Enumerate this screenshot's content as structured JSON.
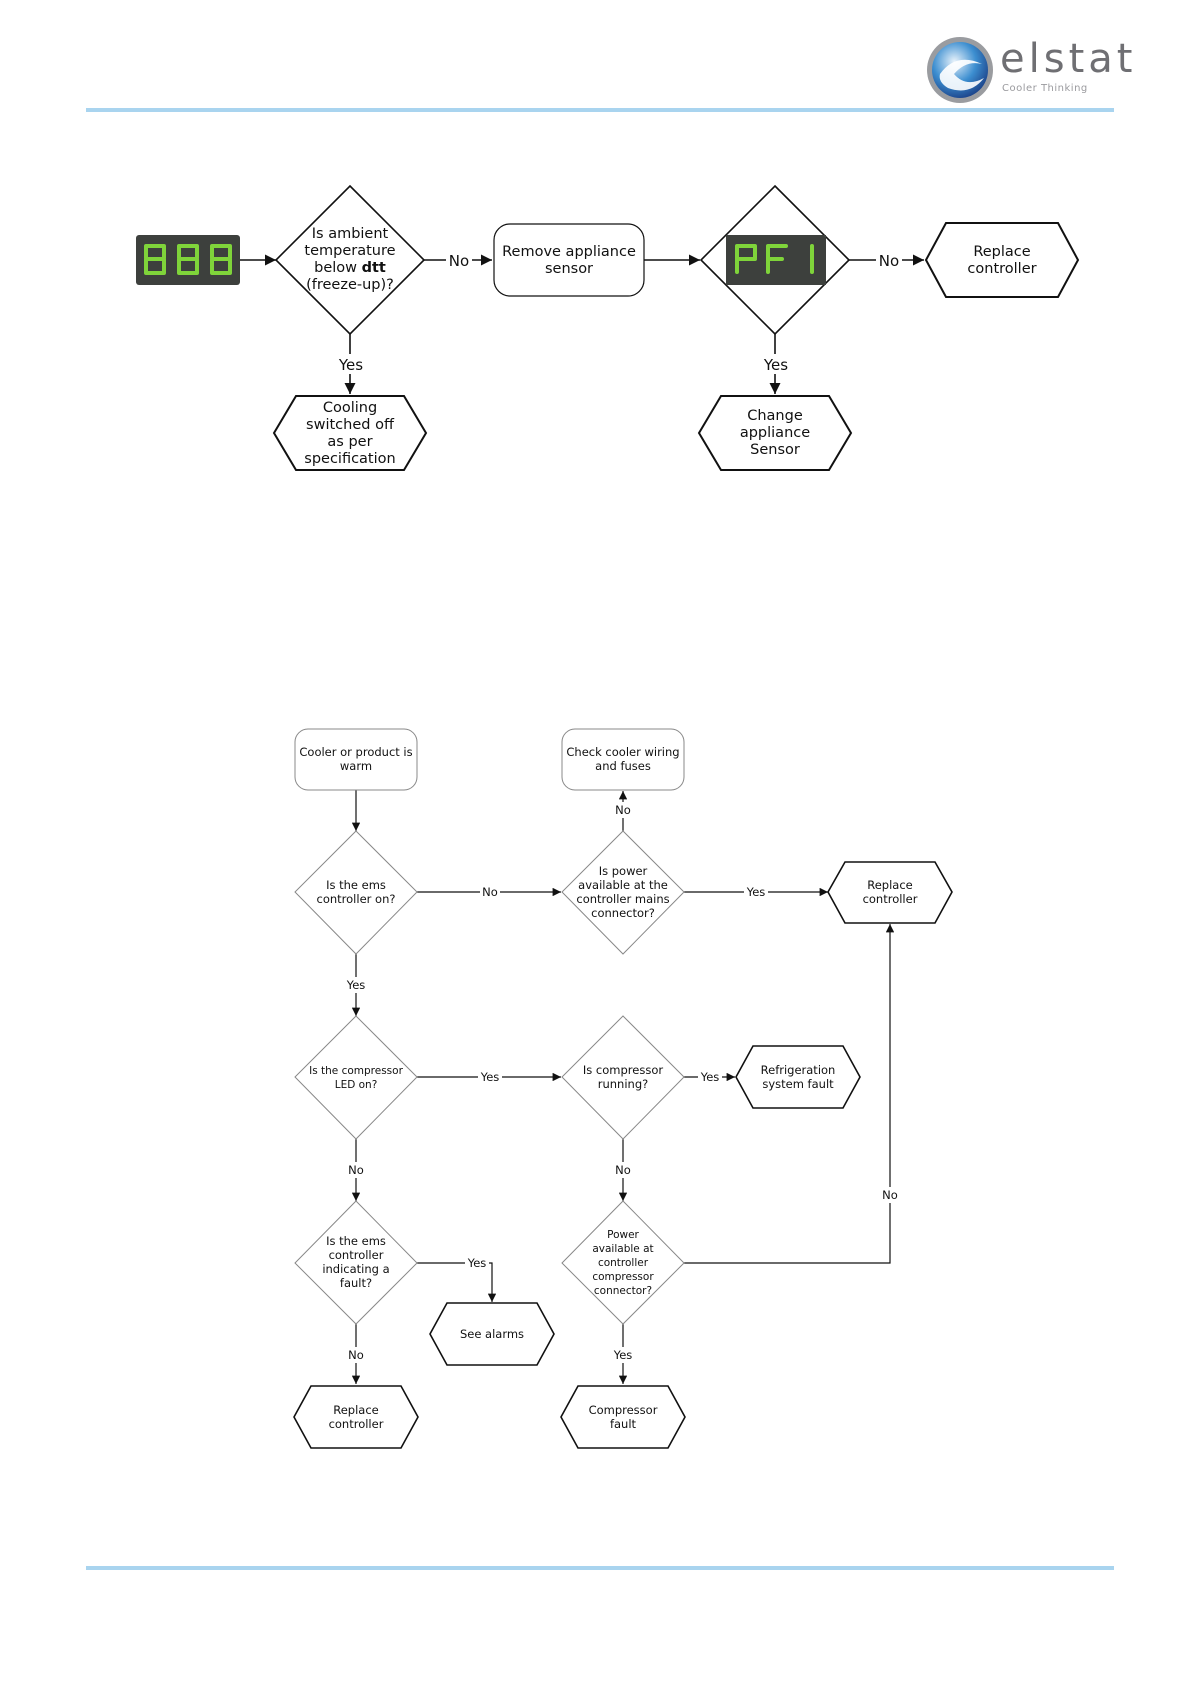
{
  "header": {
    "logo": {
      "wordmark": "elstat",
      "tagline": "Cooler Thinking"
    },
    "accent_color": "#a9d4ef"
  },
  "flowchart_top": {
    "display_start": {
      "readout": "888",
      "icon": "seven-segment-display"
    },
    "decision_ambient": {
      "lines": [
        "Is ambient",
        "temperature"
      ],
      "bold_prefix": "below ",
      "bold_word": "dtt",
      "line4": "(freeze-up)?"
    },
    "process_remove_sensor": {
      "lines": [
        "Remove appliance",
        "sensor"
      ]
    },
    "display_pf1": {
      "readout": "PF 1"
    },
    "end_replace_controller": {
      "lines": [
        "Replace",
        "controller"
      ]
    },
    "end_cooling_off": {
      "lines": [
        "Cooling",
        "switched off",
        "as per",
        "specification"
      ]
    },
    "end_change_sensor": {
      "lines": [
        "Change",
        "appliance",
        "Sensor"
      ]
    },
    "labels": {
      "no_1": "No",
      "no_2": "No",
      "yes_1": "Yes",
      "yes_2": "Yes"
    }
  },
  "flowchart_bottom": {
    "start_warm": {
      "lines": [
        "Cooler or product is",
        "warm"
      ]
    },
    "end_check_wiring": {
      "lines": [
        "Check cooler wiring",
        "and fuses"
      ]
    },
    "decision_ems_on": {
      "lines": [
        "Is the ems",
        "controller  on?"
      ]
    },
    "decision_power_mains": {
      "lines": [
        "Is power",
        "available at the",
        "controller mains",
        "connector?"
      ]
    },
    "end_replace_controller_right": {
      "lines": [
        "Replace",
        "controller"
      ]
    },
    "decision_compressor_led": {
      "lines": [
        "Is the compressor",
        "LED on?"
      ]
    },
    "decision_compressor_running": {
      "lines": [
        "Is compressor",
        "running?"
      ]
    },
    "end_refrigeration_fault": {
      "lines": [
        "Refrigeration",
        "system fault"
      ]
    },
    "decision_ems_fault": {
      "lines": [
        "Is the ems",
        "controller",
        "indicating a",
        "fault?"
      ]
    },
    "end_see_alarms": {
      "lines": [
        "See alarms"
      ]
    },
    "decision_power_compressor": {
      "lines": [
        "Power",
        "available at",
        "controller",
        "compressor",
        "connector?"
      ]
    },
    "end_replace_controller_left": {
      "lines": [
        "Replace",
        "controller"
      ]
    },
    "end_compressor_fault": {
      "lines": [
        "Compressor",
        "fault"
      ]
    },
    "labels": {
      "no_power_check": "No",
      "no_ems_on": "No",
      "yes_power_mains": "Yes",
      "yes_ems_on": "Yes",
      "yes_compressor_led": "Yes",
      "yes_compressor_running": "Yes",
      "no_compressor_led": "No",
      "no_compressor_running": "No",
      "no_power_compressor": "No",
      "yes_ems_fault": "Yes",
      "no_ems_fault": "No",
      "yes_power_compressor": "Yes"
    }
  }
}
